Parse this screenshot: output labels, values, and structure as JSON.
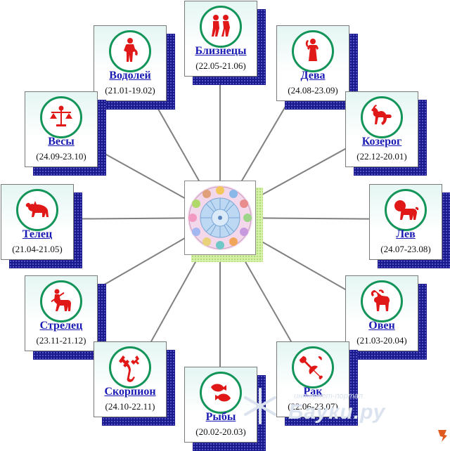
{
  "signs": [
    {
      "id": "gemini",
      "name": "Близнецы",
      "dates": "(22.05-21.06)",
      "icon": "gemini-icon"
    },
    {
      "id": "aquarius",
      "name": "Водолей",
      "dates": "(21.01-19.02)",
      "icon": "aquarius-icon"
    },
    {
      "id": "virgo",
      "name": "Дева",
      "dates": "(24.08-23.09)",
      "icon": "virgo-icon"
    },
    {
      "id": "libra",
      "name": "Весы",
      "dates": "(24.09-23.10)",
      "icon": "libra-icon"
    },
    {
      "id": "capricorn",
      "name": "Козерог",
      "dates": "(22.12-20.01)",
      "icon": "capricorn-icon"
    },
    {
      "id": "taurus",
      "name": "Телец",
      "dates": "(21.04-21.05)",
      "icon": "taurus-icon"
    },
    {
      "id": "leo",
      "name": "Лев",
      "dates": "(24.07-23.08)",
      "icon": "leo-icon"
    },
    {
      "id": "sagittarius",
      "name": "Стрелец",
      "dates": "(23.11-21.12)",
      "icon": "sagittarius-icon"
    },
    {
      "id": "aries",
      "name": "Овен",
      "dates": "(21.03-20.04)",
      "icon": "aries-icon"
    },
    {
      "id": "scorpio",
      "name": "Скорпион",
      "dates": "(24.10-22.11)",
      "icon": "scorpio-icon"
    },
    {
      "id": "pisces",
      "name": "Рыбы",
      "dates": "(20.02-20.03)",
      "icon": "pisces-icon"
    },
    {
      "id": "cancer",
      "name": "Рак",
      "dates": "(22.06-23.07)",
      "icon": "cancer-icon"
    }
  ],
  "center": {
    "icon": "zodiac-wheel-icon"
  },
  "watermark": {
    "text": "Бауки.ру",
    "subtitle": "интернет-портал"
  },
  "colors": {
    "link": "#1a1ab4",
    "medal_ring": "#13955a",
    "glyph": "#e01818",
    "shadow": "#1a1a8c",
    "spoke": "#808080"
  }
}
